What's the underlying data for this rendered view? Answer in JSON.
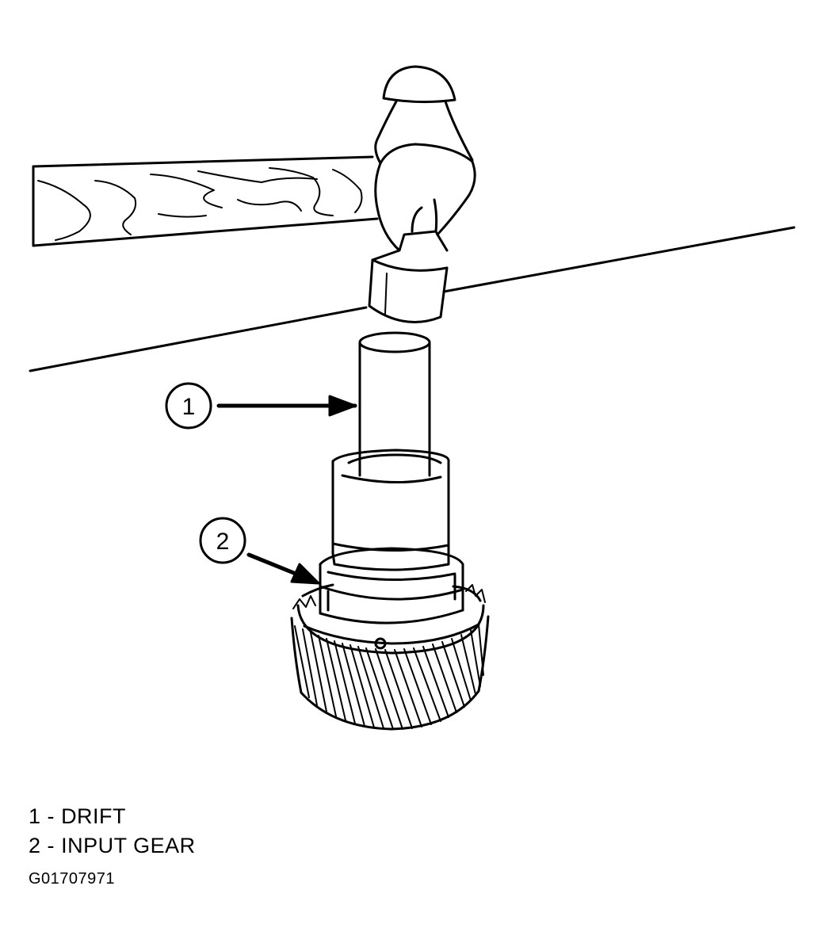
{
  "figure": {
    "callouts": [
      {
        "number": "1",
        "part": "drift"
      },
      {
        "number": "2",
        "part": "input-gear"
      }
    ],
    "legend": [
      {
        "number": "1",
        "separator": "-",
        "label": "DRIFT"
      },
      {
        "number": "2",
        "separator": "-",
        "label": "INPUT GEAR"
      }
    ],
    "figure_id": "G01707971"
  },
  "colors": {
    "ink": "#000000",
    "background": "#ffffff"
  }
}
